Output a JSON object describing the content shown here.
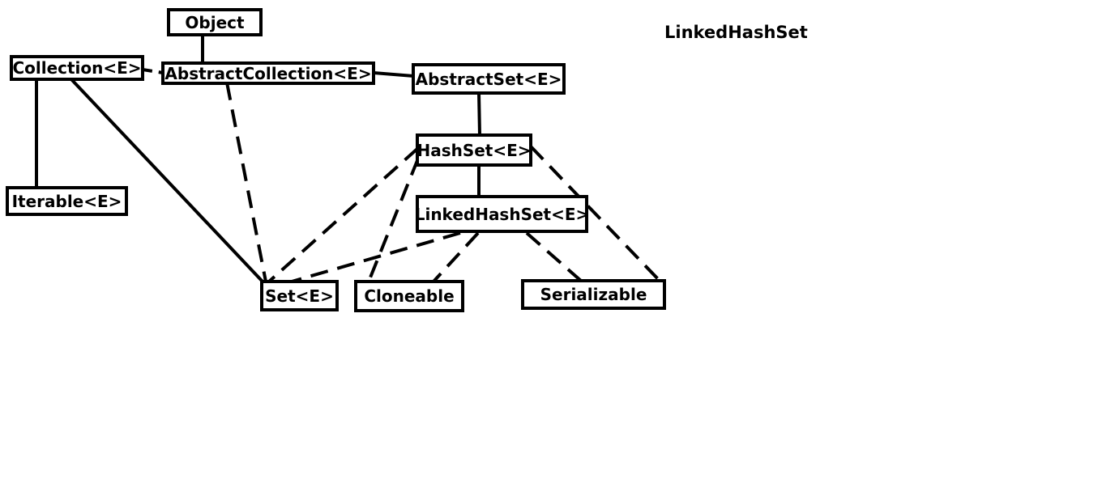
{
  "title": "LinkedHashSet",
  "nodes": {
    "object": "Object",
    "collection": "Collection<E>",
    "abstract_collection": "AbstractCollection<E>",
    "abstract_set": "AbstractSet<E>",
    "iterable": "Iterable<E>",
    "hash_set": "HashSet<E>",
    "linked_hash_set": "LinkedHashSet<E>",
    "set": "Set<E>",
    "cloneable": "Cloneable",
    "serializable": "Serializable"
  },
  "edges": [
    {
      "from": "Object",
      "to": "AbstractCollection<E>",
      "style": "solid"
    },
    {
      "from": "Collection<E>",
      "to": "AbstractCollection<E>",
      "style": "dashed"
    },
    {
      "from": "AbstractCollection<E>",
      "to": "AbstractSet<E>",
      "style": "solid"
    },
    {
      "from": "Collection<E>",
      "to": "Iterable<E>",
      "style": "solid"
    },
    {
      "from": "Collection<E>",
      "to": "Set<E>",
      "style": "solid"
    },
    {
      "from": "AbstractCollection<E>",
      "to": "Set<E>",
      "style": "dashed"
    },
    {
      "from": "AbstractSet<E>",
      "to": "HashSet<E>",
      "style": "solid"
    },
    {
      "from": "HashSet<E>",
      "to": "LinkedHashSet<E>",
      "style": "solid"
    },
    {
      "from": "HashSet<E>",
      "to": "Set<E>",
      "style": "dashed"
    },
    {
      "from": "HashSet<E>",
      "to": "Cloneable",
      "style": "dashed"
    },
    {
      "from": "HashSet<E>",
      "to": "Serializable",
      "style": "dashed"
    },
    {
      "from": "LinkedHashSet<E>",
      "to": "Set<E>",
      "style": "dashed"
    },
    {
      "from": "LinkedHashSet<E>",
      "to": "Cloneable",
      "style": "dashed"
    },
    {
      "from": "LinkedHashSet<E>",
      "to": "Serializable",
      "style": "dashed"
    }
  ]
}
